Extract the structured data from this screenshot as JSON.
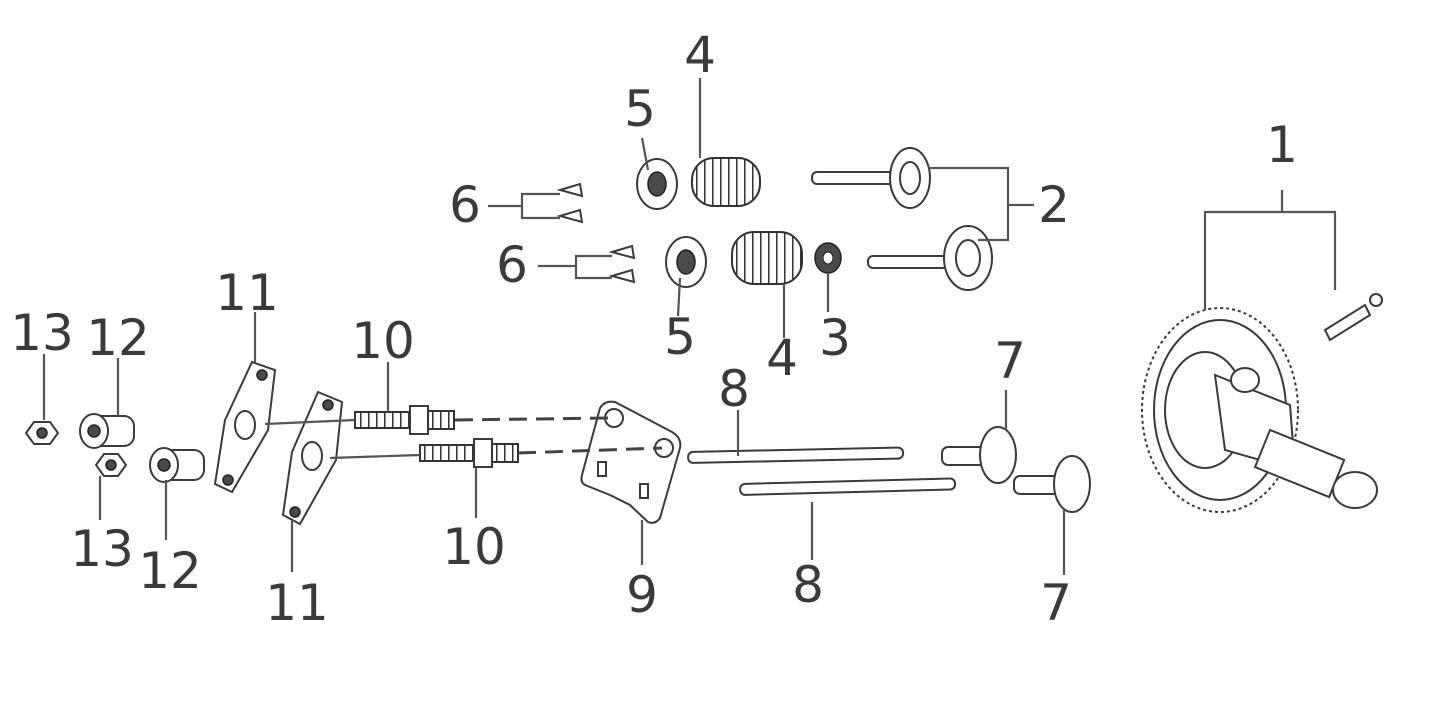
{
  "callouts": [
    {
      "id": "c1",
      "text": "1"
    },
    {
      "id": "c2",
      "text": "2"
    },
    {
      "id": "c3",
      "text": "3"
    },
    {
      "id": "c4a",
      "text": "4"
    },
    {
      "id": "c4b",
      "text": "4"
    },
    {
      "id": "c5a",
      "text": "5"
    },
    {
      "id": "c5b",
      "text": "5"
    },
    {
      "id": "c6a",
      "text": "6"
    },
    {
      "id": "c6b",
      "text": "6"
    },
    {
      "id": "c7a",
      "text": "7"
    },
    {
      "id": "c7b",
      "text": "7"
    },
    {
      "id": "c8a",
      "text": "8"
    },
    {
      "id": "c8b",
      "text": "8"
    },
    {
      "id": "c9",
      "text": "9"
    },
    {
      "id": "c10a",
      "text": "10"
    },
    {
      "id": "c10b",
      "text": "10"
    },
    {
      "id": "c11a",
      "text": "11"
    },
    {
      "id": "c11b",
      "text": "11"
    },
    {
      "id": "c12a",
      "text": "12"
    },
    {
      "id": "c12b",
      "text": "12"
    },
    {
      "id": "c13a",
      "text": "13"
    },
    {
      "id": "c13b",
      "text": "13"
    }
  ]
}
